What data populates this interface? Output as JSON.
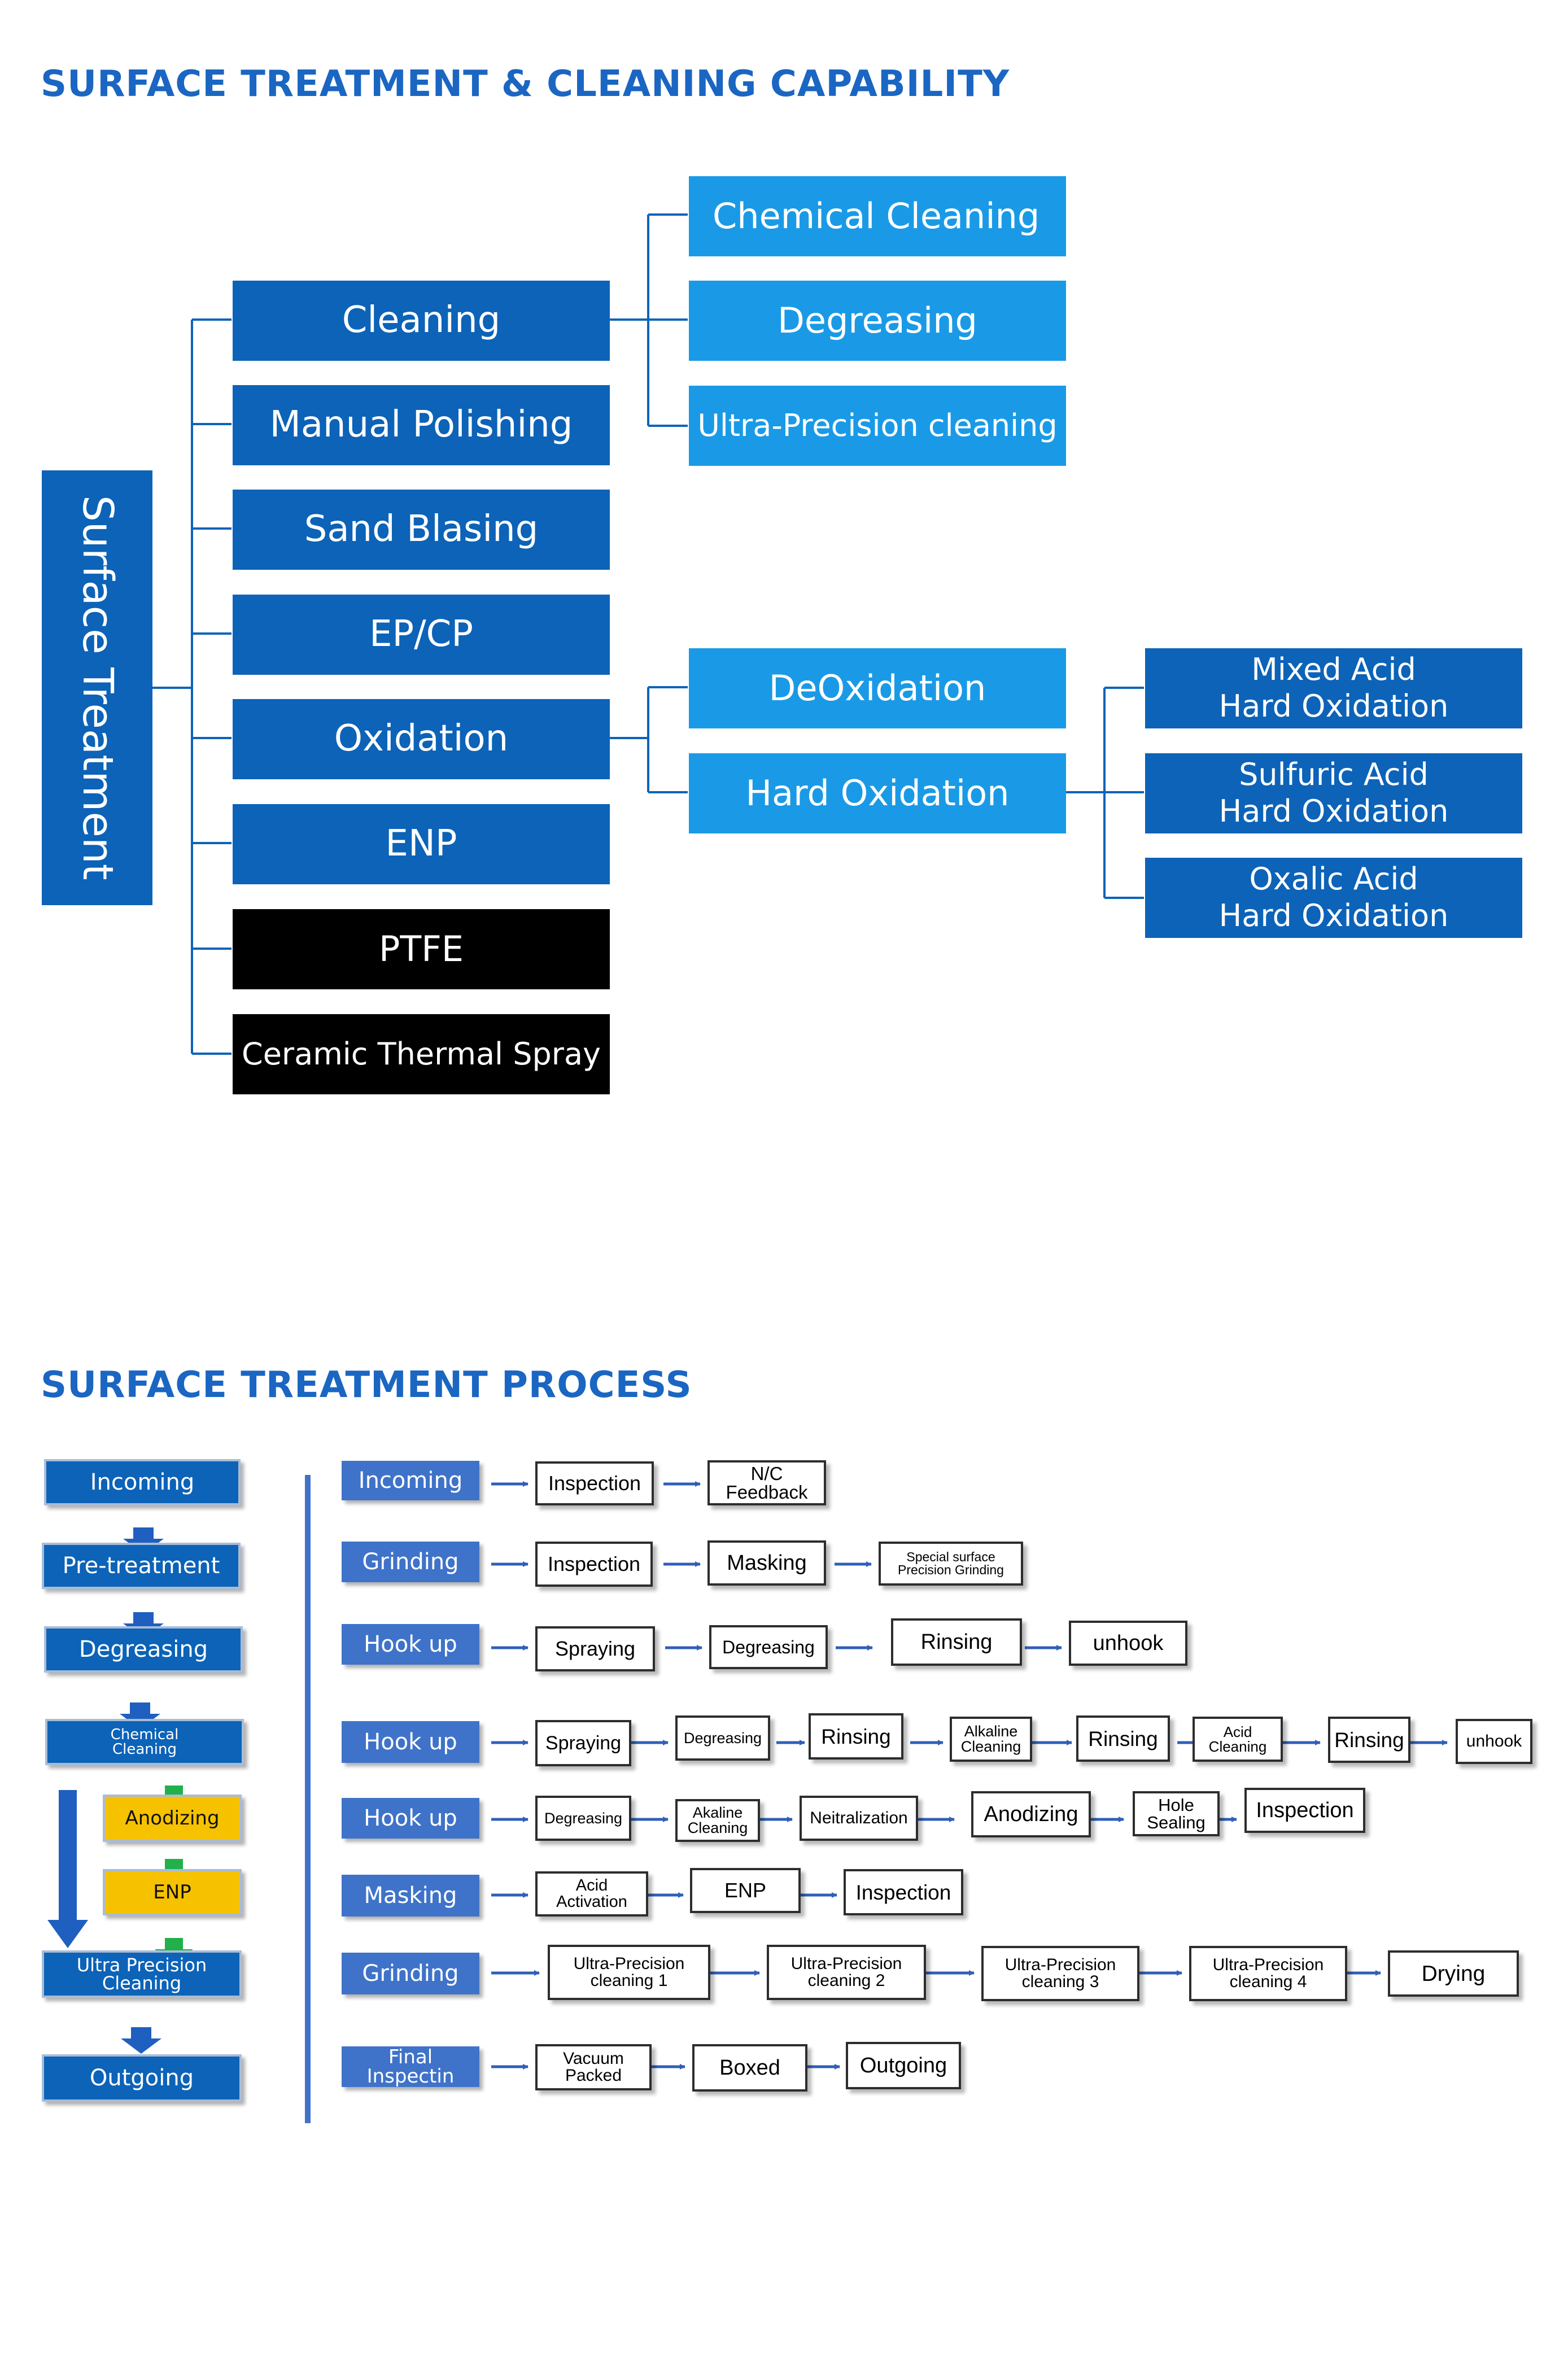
{
  "section1": {
    "heading": "SURFACE TREATMENT & CLEANING CAPABILITY"
  },
  "tree": {
    "root": "Surface Treatment",
    "level1": [
      "Cleaning",
      "Manual Polishing",
      "Sand Blasing",
      "EP/CP",
      "Oxidation",
      "ENP",
      "PTFE",
      "Ceramic Thermal Spray"
    ],
    "cleaning_children": [
      "Chemical Cleaning",
      "Degreasing",
      "Ultra-Precision cleaning"
    ],
    "oxidation_children": [
      "DeOxidation",
      "Hard Oxidation"
    ],
    "hard_oxidation_children": [
      {
        "line1": "Mixed Acid",
        "line2": "Hard Oxidation"
      },
      {
        "line1": "Sulfuric Acid",
        "line2": "Hard Oxidation"
      },
      {
        "line1": "Oxalic Acid",
        "line2": "Hard Oxidation"
      }
    ]
  },
  "colors": {
    "heading": "#1a66c2",
    "dark_box": "#0c63b8",
    "light_box": "#1a9ae6",
    "black_box": "#000000",
    "process_header": "#3f73c9",
    "yellow_box": "#f6c200",
    "green_arrow": "#22b04b"
  },
  "section2": {
    "heading": "SURFACE TREATMENT PROCESS"
  },
  "flow": {
    "steps": [
      "Incoming",
      "Pre-treatment",
      "Degreasing",
      "Chemical Cleaning",
      "Anodizing",
      "ENP",
      "Ultra Precision Cleaning",
      "Outgoing"
    ]
  },
  "process_rows": [
    {
      "header": "Incoming",
      "steps": [
        "Inspection",
        "N/C Feedback"
      ]
    },
    {
      "header": "Grinding",
      "steps": [
        "Inspection",
        "Masking",
        "Special surface Precision Grinding"
      ]
    },
    {
      "header": "Hook up",
      "steps": [
        "Spraying",
        "Degreasing",
        "Rinsing",
        "unhook"
      ]
    },
    {
      "header": "Hook up",
      "steps": [
        "Spraying",
        "Degreasing",
        "Rinsing",
        "Alkaline Cleaning",
        "Rinsing",
        "Acid Cleaning",
        "Rinsing",
        "unhook"
      ]
    },
    {
      "header": "Hook up",
      "steps": [
        "Degreasing",
        "Akaline Cleaning",
        "Neitralization",
        "Anodizing",
        "Hole Sealing",
        "Inspection"
      ]
    },
    {
      "header": "Masking",
      "steps": [
        "Acid Activation",
        "ENP",
        "Inspection"
      ]
    },
    {
      "header": "Grinding",
      "steps": [
        "Ultra-Precision cleaning 1",
        "Ultra-Precision cleaning 2",
        "Ultra-Precision cleaning 3",
        "Ultra-Precision cleaning 4",
        "Drying"
      ]
    },
    {
      "header": "Final Inspectin",
      "steps": [
        "Vacuum Packed",
        "Boxed",
        "Outgoing"
      ]
    }
  ]
}
